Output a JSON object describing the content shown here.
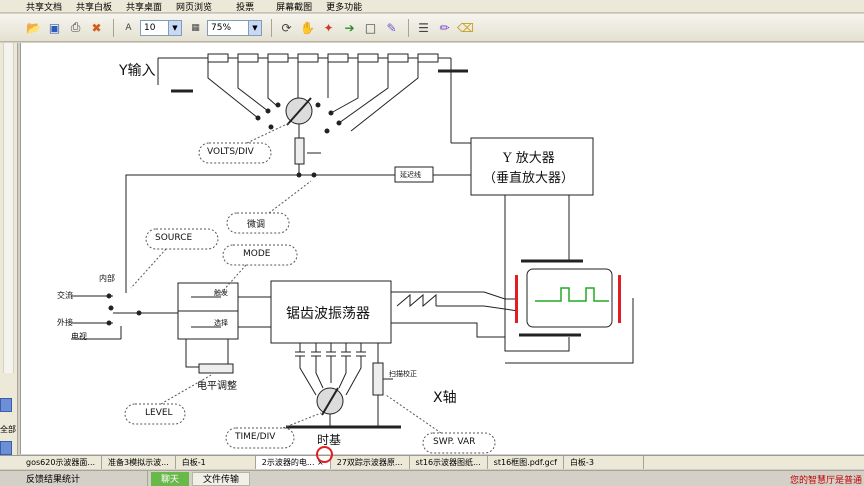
{
  "menu": [
    "共享文档",
    "共享白板",
    "共享桌面",
    "网页浏览",
    "投票",
    "屏幕截图",
    "更多功能"
  ],
  "toolbar": {
    "font_size": "10",
    "zoom": "75%",
    "icons": [
      "open-icon",
      "save-icon",
      "print-icon",
      "close-icon",
      "rotate-icon",
      "hand-icon",
      "magic-wand-icon",
      "arrow-icon",
      "text-box-icon",
      "pen-icon",
      "line-style-icon",
      "color-pen-icon",
      "eraser-icon"
    ]
  },
  "left_strip": {
    "label": "全部"
  },
  "diagram": {
    "y_input": "Y输入",
    "volts_div": "VOLTS/DIV",
    "fine_adjust": "微调",
    "source": "SOURCE",
    "mode": "MODE",
    "internal": "内部",
    "ac": "交流",
    "external": "外接",
    "mains": "电视",
    "trigger_1": "触发",
    "trigger_2": "选择",
    "level_adjust": "电平调整",
    "level": "LEVEL",
    "sweep_gen": "锯齿波振荡器",
    "delay_line": "延迟线",
    "y_amp_line1": "Y 放大器",
    "y_amp_line2": "（垂直放大器）",
    "x_axis": "X轴",
    "sweep_cal": "扫描校正",
    "time_div": "TIME/DIV",
    "time_base": "时基",
    "swp_var": "SWP. VAR",
    "colors": {
      "trace": "#22aa22",
      "plate": "#e02020"
    }
  },
  "doc_tabs": [
    "gos620示波器面...",
    "准备3模拟示波...",
    "白板-1",
    "2示波器的电... ×",
    "27双踪示波器原...",
    "st16示波器图纸...",
    "st16框图.pdf.gcf",
    "白板-3"
  ],
  "status": {
    "title": "反馈结果统计",
    "chat": "聊天",
    "file_transfer": "文件传输",
    "marquee": "您的智慧厅是普通"
  }
}
